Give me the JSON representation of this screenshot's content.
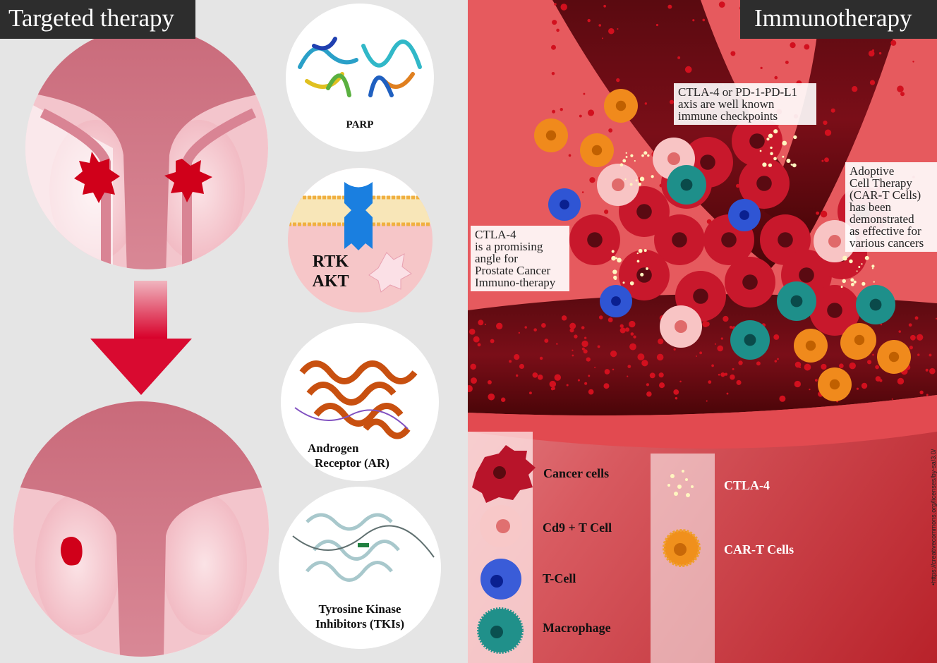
{
  "left_panel": {
    "title": "Targeted therapy",
    "targets": [
      {
        "label": "PARP"
      },
      {
        "label_lines": [
          "RTK",
          "AKT"
        ]
      },
      {
        "label_lines": [
          "Androgen",
          "Receptor (AR)"
        ]
      },
      {
        "label_lines": [
          "Tyrosine Kinase",
          "Inhibitors (TKIs)"
        ]
      }
    ]
  },
  "right_panel": {
    "title": "Immunotherapy",
    "callouts": [
      {
        "lines": [
          "CTLA-4 or PD-1-PD-L1",
          "axis are well known",
          "immune checkpoints"
        ]
      },
      {
        "lines": [
          "Adoptive",
          "Cell Therapy",
          "(CAR-T Cells)",
          "has been",
          "demonstrated",
          "as effective for",
          "various cancers"
        ]
      },
      {
        "lines": [
          "CTLA-4",
          "is a promising",
          "angle for",
          "Prostate Cancer",
          "Immuno-therapy"
        ]
      }
    ],
    "legend": [
      {
        "label": "Cancer cells",
        "color": "#c0182e"
      },
      {
        "label": "Cd9 + T Cell",
        "color": "#f6c2c2"
      },
      {
        "label": "T-Cell",
        "color": "#2f55d4"
      },
      {
        "label": "Macrophage",
        "color": "#1e8f8a"
      },
      {
        "label": "CTLA-4",
        "color": "#fff6c0"
      },
      {
        "label": "CAR-T Cells",
        "color": "#f08a1c"
      }
    ],
    "license": "•https://creativecommons.org/licenses/by-sa/3.0/"
  }
}
